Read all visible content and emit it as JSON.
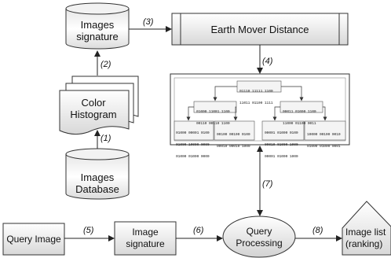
{
  "nodes": {
    "images_signature_db": [
      "Images",
      "signature"
    ],
    "color_histogram": [
      "Color",
      "Histogram"
    ],
    "images_database": [
      "Images",
      "Database"
    ],
    "earth_mover_distance": "Earth Mover Distance",
    "query_image": "Query Image",
    "image_signature": [
      "Image",
      "signature"
    ],
    "query_processing": [
      "Query",
      "Processing"
    ],
    "image_list": [
      "Image list",
      "(ranking)"
    ]
  },
  "steps": {
    "s1": "(1)",
    "s2": "(2)",
    "s3": "(3)",
    "s4": "(4)",
    "s5": "(5)",
    "s6": "(6)",
    "s7": "(7)",
    "s8": "(8)"
  },
  "tree": {
    "root": [
      "01110 11111 1100",
      "11011 01100 1111"
    ],
    "left": [
      "01000 11001 1100",
      "00110 00110 1100"
    ],
    "right": [
      "00011 01000 1100",
      "11000 01100 0011"
    ],
    "leaf1": [
      "01000 00001 0100",
      "01000 10000 0000",
      "01000 01000 0000"
    ],
    "leaf2": [
      "00100 00100 0100",
      "00010 00010 1000"
    ],
    "leaf3": [
      "00001 01000 0100",
      "00010 01000 1000",
      "00001 01000 1000"
    ],
    "leaf4": [
      "10000 00100 0010",
      "01000 01000 0001"
    ]
  }
}
